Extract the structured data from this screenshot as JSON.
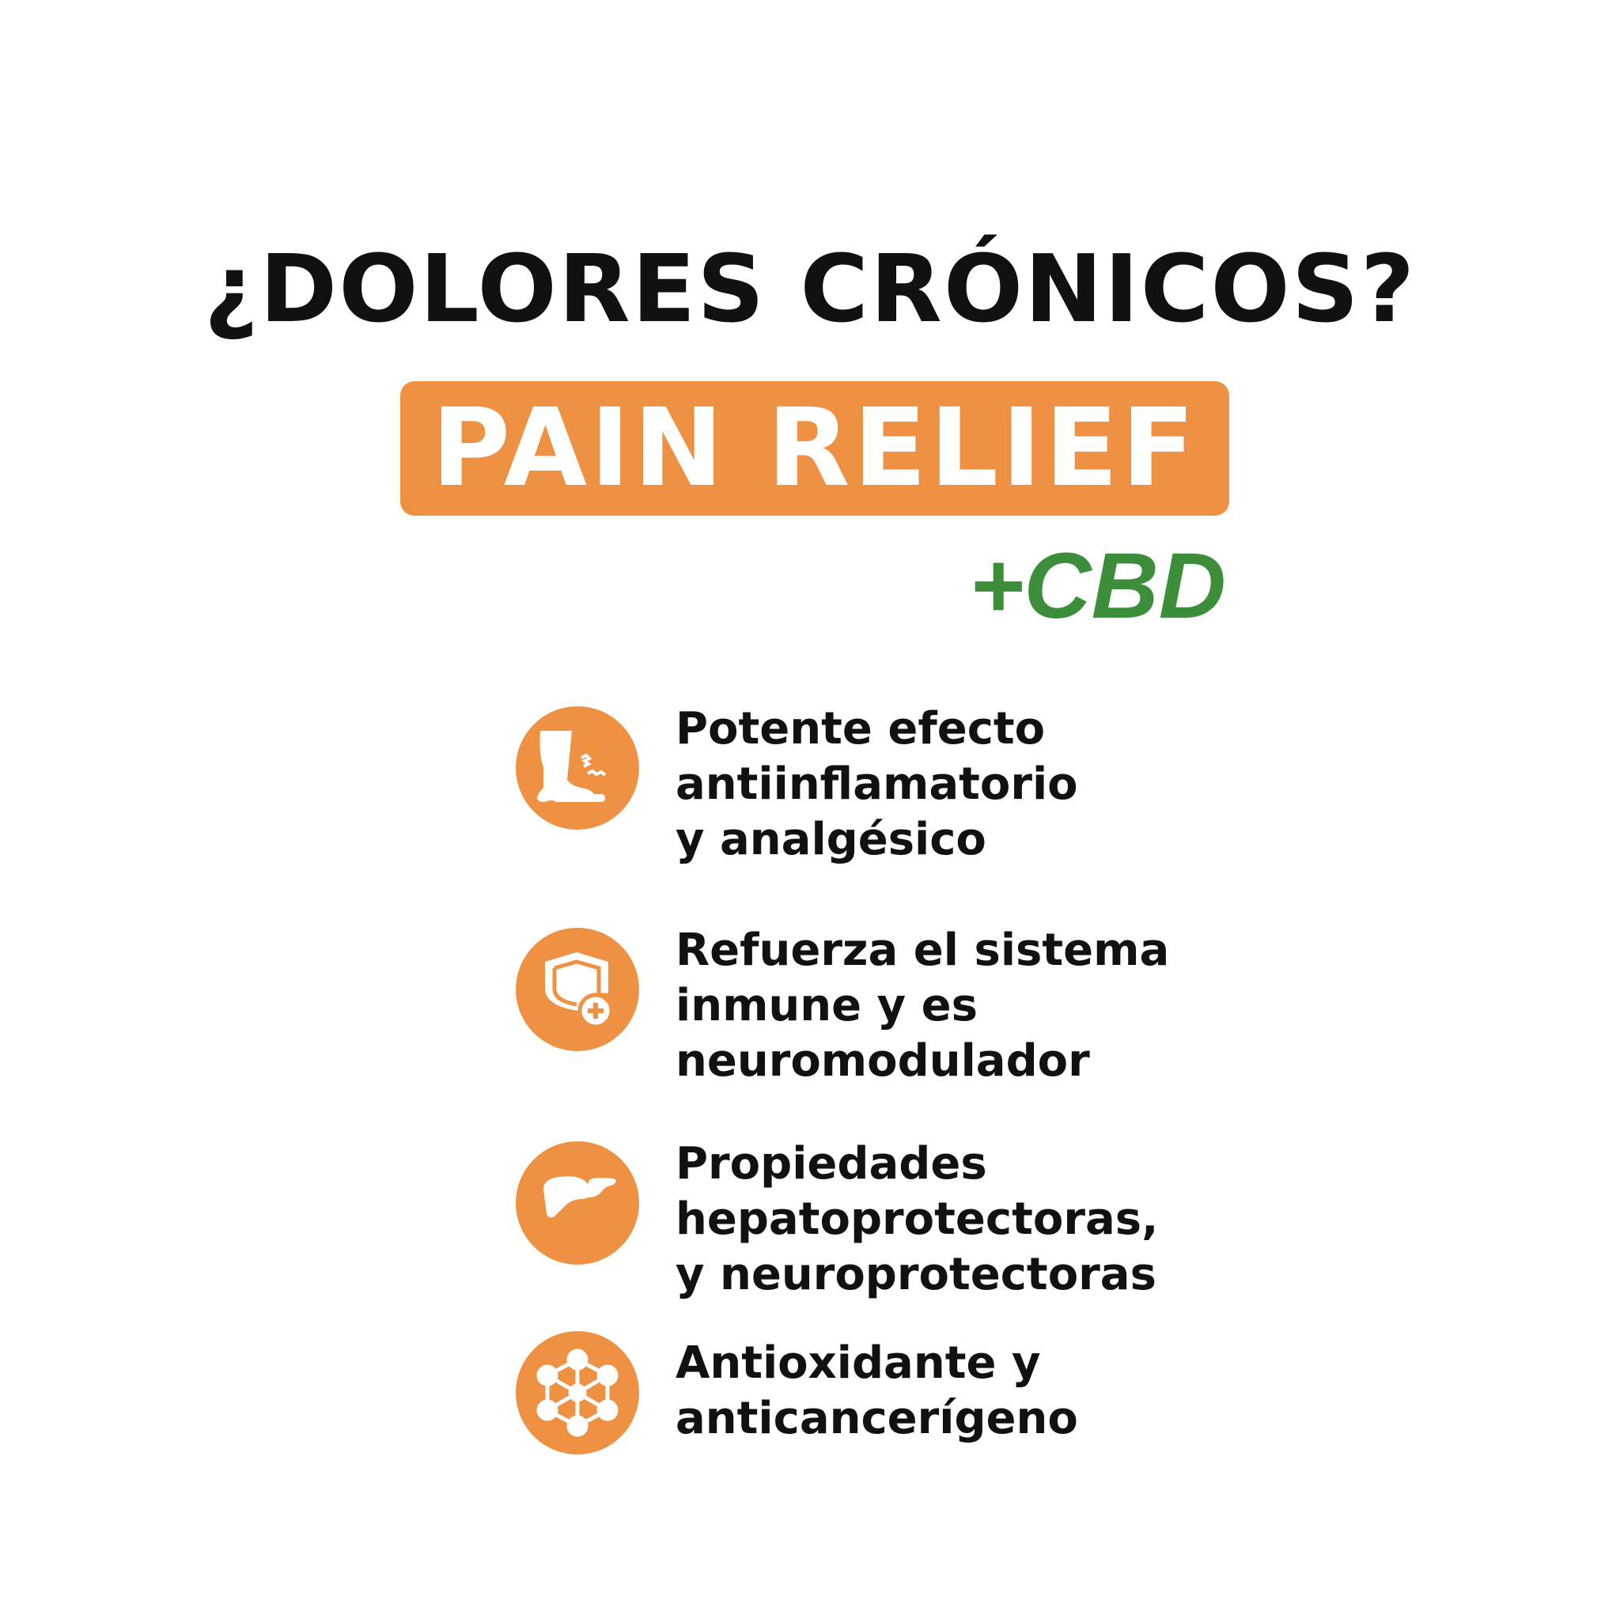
{
  "header": {
    "title": "¿DOLORES CRÓNICOS?",
    "badge": "PAIN RELIEF",
    "tagline": "+CBD"
  },
  "colors": {
    "accent": "#EF9142",
    "green": "#3C8E3A",
    "text": "#111111"
  },
  "features": [
    {
      "icon": "foot-pain-icon",
      "lines": [
        "Potente efecto",
        "antiinflamatorio",
        "y analgésico"
      ]
    },
    {
      "icon": "shield-plus-icon",
      "lines": [
        "Refuerza el sistema",
        "inmune y es",
        "neuromodulador"
      ]
    },
    {
      "icon": "liver-icon",
      "lines": [
        "Propiedades",
        "hepatoprotectoras,",
        "y neuroprotectoras"
      ]
    },
    {
      "icon": "molecule-icon",
      "lines": [
        "Antioxidante y",
        "anticancerígeno"
      ]
    }
  ]
}
